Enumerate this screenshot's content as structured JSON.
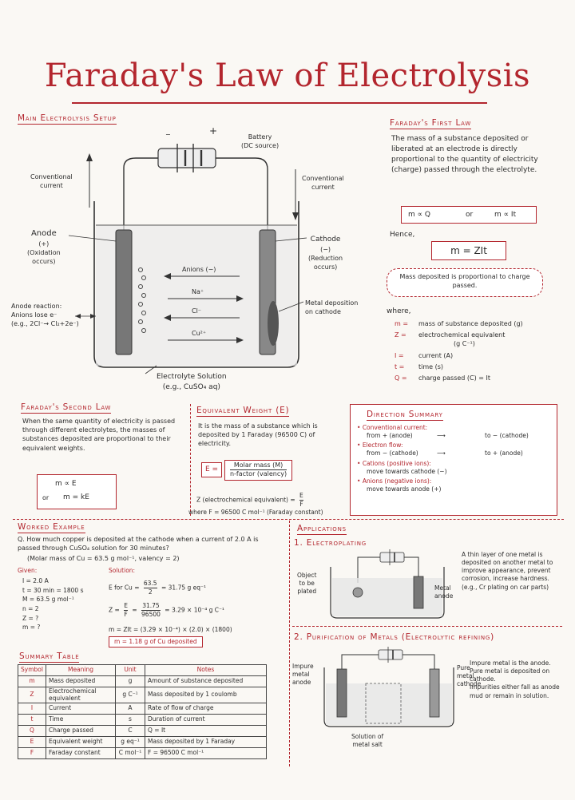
{
  "title": "Faraday's Law of Electrolysis",
  "setup": {
    "heading": "Main Electrolysis Setup",
    "battery": "Battery",
    "battery_sub": "(DC source)",
    "minus": "−",
    "plus": "+",
    "conv_current_left_1": "Conventional",
    "conv_current_left_2": "current",
    "conv_current_right_1": "Conventional",
    "conv_current_right_2": "current",
    "anode_1": "Anode",
    "anode_2": "(+)",
    "anode_3": "(Oxidation",
    "anode_4": "occurs)",
    "cathode_1": "Cathode",
    "cathode_2": "(−)",
    "cathode_3": "(Reduction",
    "cathode_4": "occurs)",
    "anions": "Anions (−)",
    "ion_na": "Na⁺",
    "ion_cl": "Cl⁻",
    "ion_cu": "Cu²⁺",
    "anode_reaction_1": "Anode reaction:",
    "anode_reaction_2": "Anions lose e⁻",
    "anode_reaction_3": "(e.g., 2Cl⁻→ Cl₂+2e⁻)",
    "metal_dep_1": "Metal deposition",
    "metal_dep_2": "on cathode",
    "electrolyte_1": "Electrolyte Solution",
    "electrolyte_2": "(e.g., CuSO₄ aq)"
  },
  "first_law": {
    "heading": "Faraday's First Law",
    "text": "The mass of a substance deposited or liberated at an electrode is directly proportional to the quantity of electricity (charge) passed through the electrolyte.",
    "prop_1": "m ∝ Q",
    "prop_or": "or",
    "prop_2": "m ∝ It",
    "hence": "Hence,",
    "formula": "m = ZIt",
    "cloud": "Mass deposited is proportional to charge passed.",
    "where": "where,",
    "defs": [
      {
        "s": "m =",
        "d": "mass of substance deposited (g)"
      },
      {
        "s": "Z =",
        "d": "electrochemical equivalent"
      },
      {
        "s": "",
        "d": "(g C⁻¹)"
      },
      {
        "s": "I =",
        "d": "current (A)"
      },
      {
        "s": "t =",
        "d": "time (s)"
      },
      {
        "s": "Q =",
        "d": "charge passed (C) = It"
      }
    ]
  },
  "second_law": {
    "heading": "Faraday's Second Law",
    "text": "When the same quantity of electricity is passed through different electrolytes, the masses of substances deposited are proportional to their equivalent weights.",
    "f1": "m ∝ E",
    "f2_or": "or",
    "f2": "m = kE"
  },
  "equiv": {
    "heading": "Equivalent Weight (E)",
    "text": "It is the mass of a substance which is deposited by 1 Faraday (96500 C) of electricity.",
    "e_eq": "E =",
    "num": "Molar mass (M)",
    "den": "n-factor (valency)",
    "z_line": "Z (electrochemical equivalent) =",
    "z_num": "E",
    "z_den": "F",
    "f_line": "where F = 96500 C mol⁻¹ (Faraday constant)"
  },
  "direction": {
    "heading": "Direction Summary",
    "b1_t": "Conventional current:",
    "b1_a": "from + (anode)",
    "b1_b": "to − (cathode)",
    "b2_t": "Electron flow:",
    "b2_a": "from − (cathode)",
    "b2_b": "to + (anode)",
    "b3_t": "Cations (positive ions):",
    "b3_a": "move towards cathode (−)",
    "b4_t": "Anions (negative ions):",
    "b4_a": "move towards anode (+)"
  },
  "example": {
    "heading": "Worked Example",
    "q": "Q. How much copper is deposited at the cathode when a current of 2.0 A is passed through CuSO₄ solution for 30 minutes?",
    "q2": "(Molar mass of Cu = 63.5 g mol⁻¹, valency = 2)",
    "given_h": "Given:",
    "given": [
      "I = 2.0 A",
      "t = 30 min = 1800 s",
      "M = 63.5 g mol⁻¹",
      "n = 2",
      "Z = ?",
      "m = ?"
    ],
    "sol_h": "Solution:",
    "s1a": "E for Cu =",
    "s1n": "63.5",
    "s1d": "2",
    "s1b": "= 31.75 g eq⁻¹",
    "s2a": "Z =",
    "s2n1": "E",
    "s2d1": "F",
    "s2m": "=",
    "s2n2": "31.75",
    "s2d2": "96500",
    "s2b": "= 3.29 × 10⁻⁴ g C⁻¹",
    "s3": "m = ZIt = (3.29 × 10⁻⁴) × (2.0) × (1800)",
    "s4": "m = 1.18 g of Cu deposited"
  },
  "table": {
    "heading": "Summary Table",
    "headers": [
      "Symbol",
      "Meaning",
      "Unit",
      "Notes"
    ],
    "rows": [
      [
        "m",
        "Mass deposited",
        "g",
        "Amount of substance deposited"
      ],
      [
        "Z",
        "Electrochemical equivalent",
        "g C⁻¹",
        "Mass deposited by 1 coulomb"
      ],
      [
        "I",
        "Current",
        "A",
        "Rate of flow of charge"
      ],
      [
        "t",
        "Time",
        "s",
        "Duration of current"
      ],
      [
        "Q",
        "Charge passed",
        "C",
        "Q = It"
      ],
      [
        "E",
        "Equivalent weight",
        "g eq⁻¹",
        "Mass deposited by 1 Faraday"
      ],
      [
        "F",
        "Faraday constant",
        "C mol⁻¹",
        "F = 96500 C mol⁻¹"
      ]
    ]
  },
  "apps": {
    "heading": "Applications",
    "a1": "1. Electroplating",
    "obj_1": "Object",
    "obj_2": "to be",
    "obj_3": "plated",
    "metal_1": "Metal",
    "metal_2": "anode",
    "a1_text": "A thin layer of one metal is deposited on another metal to improve appearance, prevent corrosion, increase hardness. (e.g., Cr plating on car parts)",
    "a2": "2. Purification of Metals (Electrolytic refining)",
    "impure_1": "Impure",
    "impure_2": "metal",
    "impure_3": "anode",
    "pure_1": "Pure",
    "pure_2": "metal",
    "pure_3": "cathode",
    "a2_text_1": "Impure metal is the anode.",
    "a2_text_2": "Pure metal is deposited on cathode.",
    "a2_text_3": "Impurities either fall as anode mud or remain in solution.",
    "sol_1": "Solution of",
    "sol_2": "metal salt"
  },
  "colors": {
    "accent": "#b3262e",
    "ink": "#2b2b2b",
    "paper": "#faf8f4"
  }
}
